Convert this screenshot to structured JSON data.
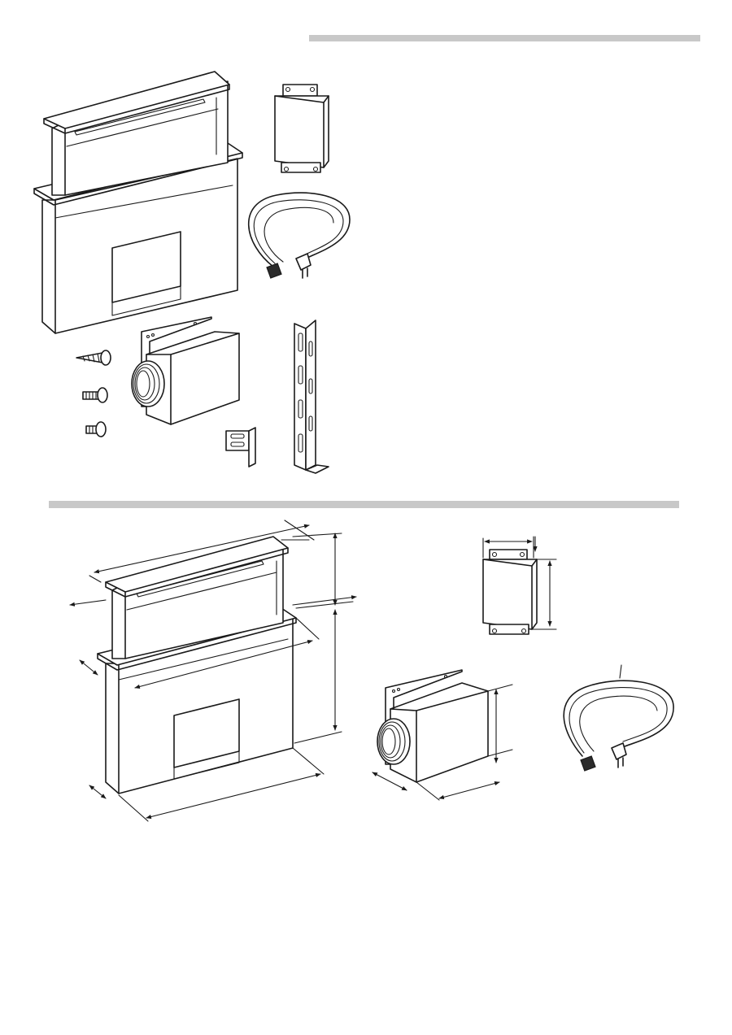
{
  "colors": {
    "line": "#1a1a1a",
    "section_bar": "#c8c8c8",
    "background": "#ffffff"
  },
  "sections": [
    {
      "id": "scope-of-delivery",
      "items": [
        "downdraft-unit",
        "control-module",
        "power-cord",
        "fan-box",
        "screws",
        "mounting-bracket",
        "support-rail"
      ]
    },
    {
      "id": "dimensions",
      "items": [
        "downdraft-unit-dimensioned",
        "control-module-dimensioned",
        "fan-box-dimensioned",
        "power-cord"
      ]
    }
  ]
}
